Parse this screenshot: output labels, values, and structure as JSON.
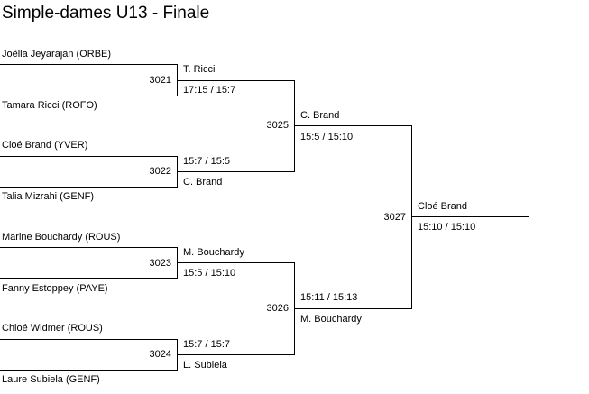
{
  "title": "Simple-dames U13 - Finale",
  "players": [
    "Joëlla Jeyarajan (ORBE)",
    "Tamara Ricci (ROFO)",
    "Cloé Brand (YVER)",
    "Talia Mizrahi (GENF)",
    "Marine Bouchardy (ROUS)",
    "Fanny Estoppey (PAYE)",
    "Chloé Widmer (ROUS)",
    "Laure Subiela (GENF)"
  ],
  "round1": [
    {
      "match": "3021",
      "winner": "T. Ricci",
      "score": "17:15 / 15:7"
    },
    {
      "match": "3022",
      "winner": "C. Brand",
      "score": "15:7 / 15:5"
    },
    {
      "match": "3023",
      "winner": "M. Bouchardy",
      "score": "15:5 / 15:10"
    },
    {
      "match": "3024",
      "winner": "L. Subiela",
      "score": "15:7 / 15:7"
    }
  ],
  "round2": [
    {
      "match": "3025",
      "winner": "C. Brand",
      "score": "15:5 / 15:10"
    },
    {
      "match": "3026",
      "winner": "M. Bouchardy",
      "score": "15:11 / 15:13"
    }
  ],
  "final": {
    "match": "3027",
    "winner": "Cloé Brand",
    "score": "15:10 / 15:10"
  }
}
